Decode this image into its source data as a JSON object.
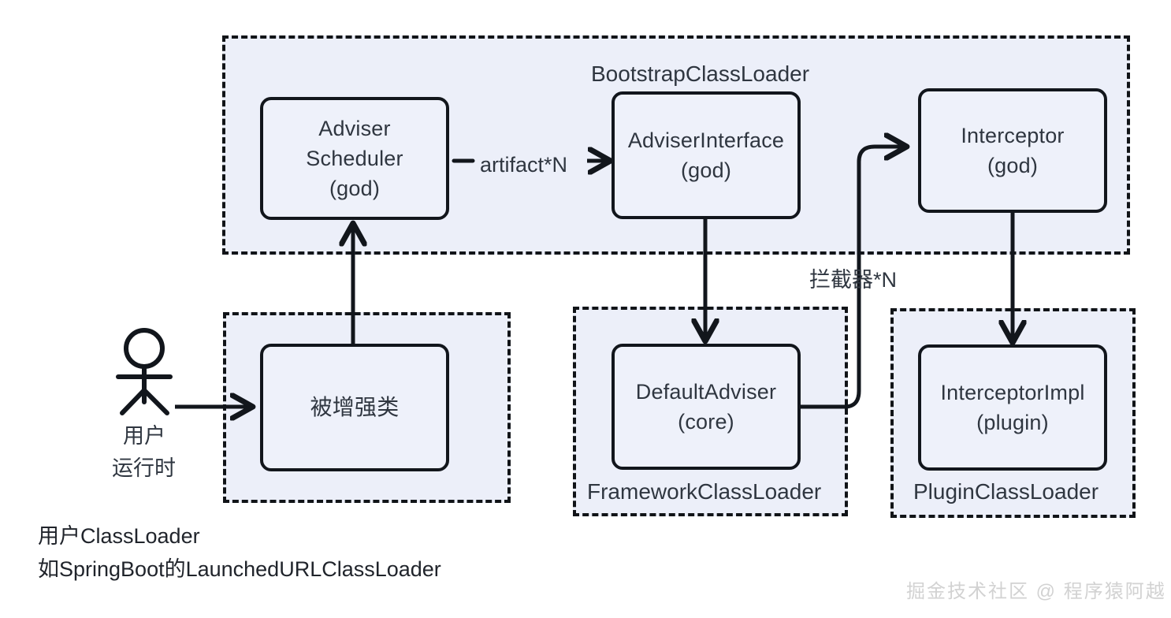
{
  "diagram": {
    "title_hidden": "",
    "containers": [
      {
        "id": "bootstrap",
        "label": "BootstrapClassLoader"
      },
      {
        "id": "user",
        "label": ""
      },
      {
        "id": "framework",
        "label": "FrameworkClassLoader"
      },
      {
        "id": "plugin",
        "label": "PluginClassLoader"
      }
    ],
    "nodes": [
      {
        "id": "adviser-scheduler",
        "line1": "Adviser",
        "line2": "Scheduler",
        "line3": "(god)"
      },
      {
        "id": "adviser-interface",
        "line1": "AdviserInterface",
        "line2": "(god)"
      },
      {
        "id": "interceptor",
        "line1": "Interceptor",
        "line2": "(god)"
      },
      {
        "id": "enhanced-class",
        "line1": "被增强类"
      },
      {
        "id": "default-adviser",
        "line1": "DefaultAdviser",
        "line2": "(core)"
      },
      {
        "id": "interceptor-impl",
        "line1": "InterceptorImpl",
        "line2": "(plugin)"
      }
    ],
    "edge_labels": {
      "artifact": "artifact*N",
      "interceptor_n": "拦截器*N"
    },
    "actor": {
      "line1": "用户",
      "line2": "运行时",
      "icon": "stick-figure-icon"
    },
    "footnote": {
      "line1": "用户ClassLoader",
      "line2": "如SpringBoot的LaunchedURLClassLoader"
    },
    "watermark": "掘金技术社区 @ 程序猿阿越",
    "colors": {
      "container_fill": "#eceff9",
      "node_fill": "#eef1fa",
      "stroke": "#12161c",
      "text": "#2f3640",
      "watermark": "#d2d2d2",
      "page_bg": "#ffffff"
    }
  }
}
